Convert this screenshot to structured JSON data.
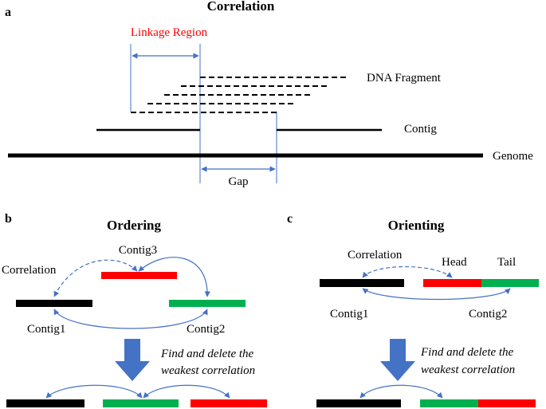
{
  "colors": {
    "black": "#000000",
    "red": "#ff0000",
    "green": "#00b050",
    "blue": "#4472c4",
    "arrow_fill": "#4472c4",
    "label_red": "#ff0000"
  },
  "panel_a": {
    "letter": "a",
    "title": "Correlation",
    "linkage_label": "Linkage Region",
    "fragment_label": "DNA Fragment",
    "contig_label": "Contig",
    "genome_label": "Genome",
    "gap_label": "Gap"
  },
  "panel_b": {
    "letter": "b",
    "title": "Ordering",
    "contig3_label": "Contig3",
    "correlation_label": "Correlation",
    "contig1_label": "Contig1",
    "contig2_label": "Contig2",
    "action_line1": "Find and delete the",
    "action_line2": "weakest correlation"
  },
  "panel_c": {
    "letter": "c",
    "title": "Orienting",
    "correlation_label": "Correlation",
    "head_label": "Head",
    "tail_label": "Tail",
    "contig1_label": "Contig1",
    "contig2_label": "Contig2",
    "action_line1": "Find and delete the",
    "action_line2": "weakest correlation"
  }
}
